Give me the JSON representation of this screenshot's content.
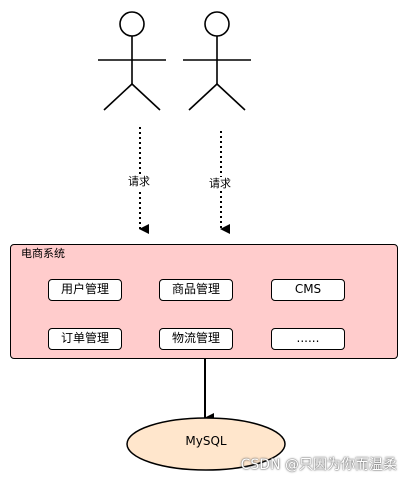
{
  "diagram": {
    "request_label_left": "请求",
    "request_label_right": "请求",
    "system_title": "电商系统",
    "modules": [
      "用户管理",
      "商品管理",
      "CMS",
      "订单管理",
      "物流管理",
      "......"
    ],
    "database_label": "MySQL",
    "watermark": "CSDN @只因为你而温柔"
  },
  "colors": {
    "system_fill": "#ffcccc",
    "database_fill": "#ffe6cc",
    "stroke": "#000000"
  }
}
